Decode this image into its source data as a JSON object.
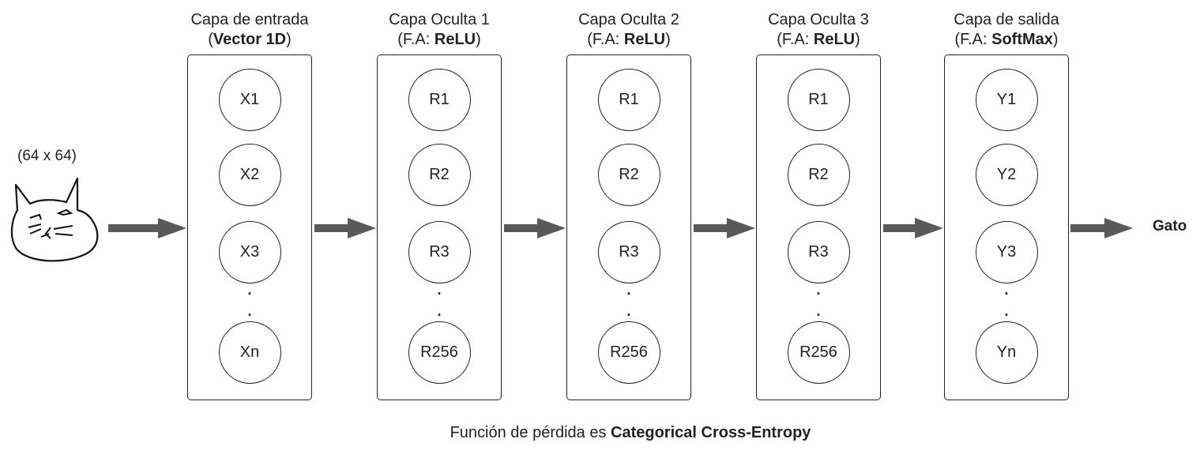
{
  "input_size": "(64 x 64)",
  "output_label": "Gato",
  "footer": {
    "prefix": "Función de pérdida es ",
    "bold": "Categorical Cross-Entropy"
  },
  "layers": [
    {
      "title_line1": "Capa de entrada",
      "title_open": "(",
      "title_bold": "Vector 1D",
      "title_close": ")",
      "title_prefix": "",
      "nodes": [
        "X1",
        "X2",
        "X3",
        "Xn"
      ]
    },
    {
      "title_line1": "Capa Oculta 1",
      "title_open": "(",
      "title_prefix": "F.A: ",
      "title_bold": "ReLU",
      "title_close": ")",
      "nodes": [
        "R1",
        "R2",
        "R3",
        "R256"
      ]
    },
    {
      "title_line1": "Capa Oculta 2",
      "title_open": "(",
      "title_prefix": "F.A: ",
      "title_bold": "ReLU",
      "title_close": ")",
      "nodes": [
        "R1",
        "R2",
        "R3",
        "R256"
      ]
    },
    {
      "title_line1": "Capa Oculta 3",
      "title_open": "(",
      "title_prefix": "F.A: ",
      "title_bold": "ReLU",
      "title_close": ")",
      "nodes": [
        "R1",
        "R2",
        "R3",
        "R256"
      ]
    },
    {
      "title_line1": "Capa de salida",
      "title_open": "(",
      "title_prefix": "F.A: ",
      "title_bold": "SoftMax",
      "title_close": ")",
      "nodes": [
        "Y1",
        "Y2",
        "Y3",
        "Yn"
      ]
    }
  ],
  "colors": {
    "arrow": "#595959",
    "stroke": "#222222"
  },
  "icons": {
    "input_image": "cat-sketch-icon"
  }
}
